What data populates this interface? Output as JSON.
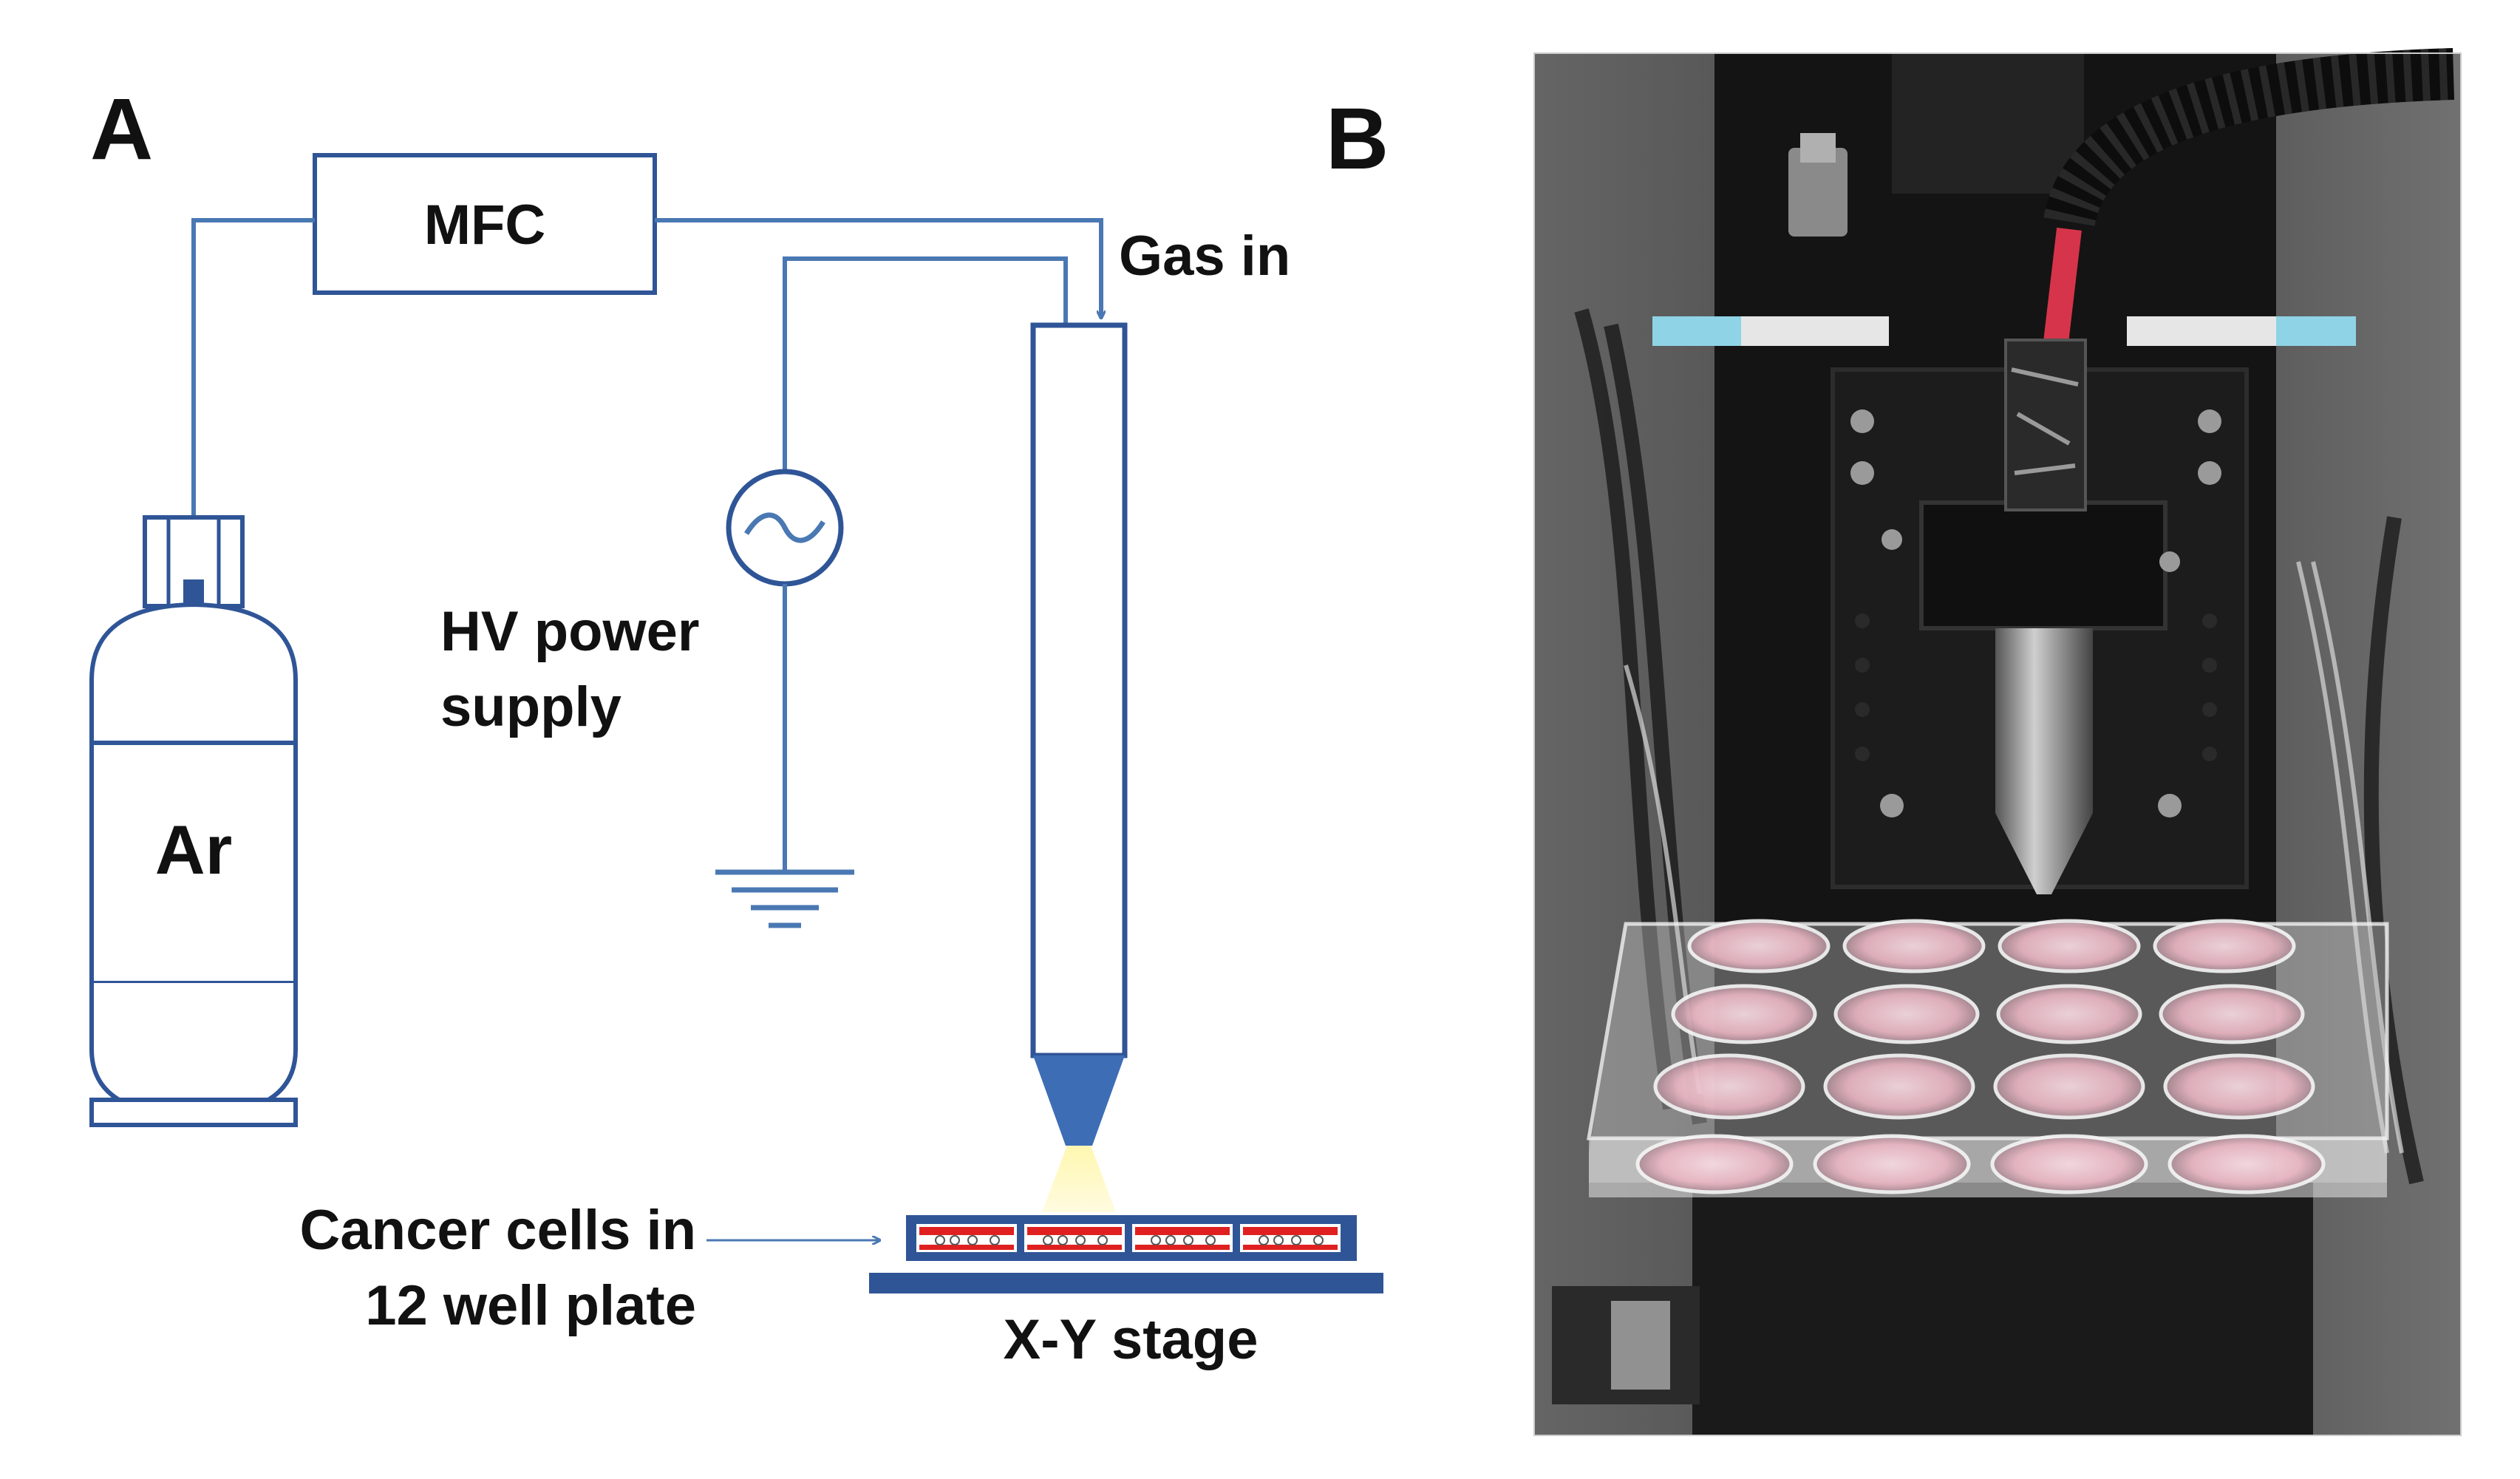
{
  "panel_a": {
    "letter": "A",
    "mfc_label": "MFC",
    "gas_in_label": "Gas in",
    "cylinder_label": "Ar",
    "power_label_line1": "HV power",
    "power_label_line2": "supply",
    "cells_label_line1": "Cancer cells in",
    "cells_label_line2": "12 well plate",
    "stage_label": "X-Y stage"
  },
  "panel_b": {
    "letter": "B"
  },
  "colors": {
    "line_blue": "#4a78b3",
    "dark_blue": "#2f5597",
    "tip_blue": "#3d6db5",
    "plume_yellow": "#fff3a8",
    "well_red": "#e02020"
  }
}
